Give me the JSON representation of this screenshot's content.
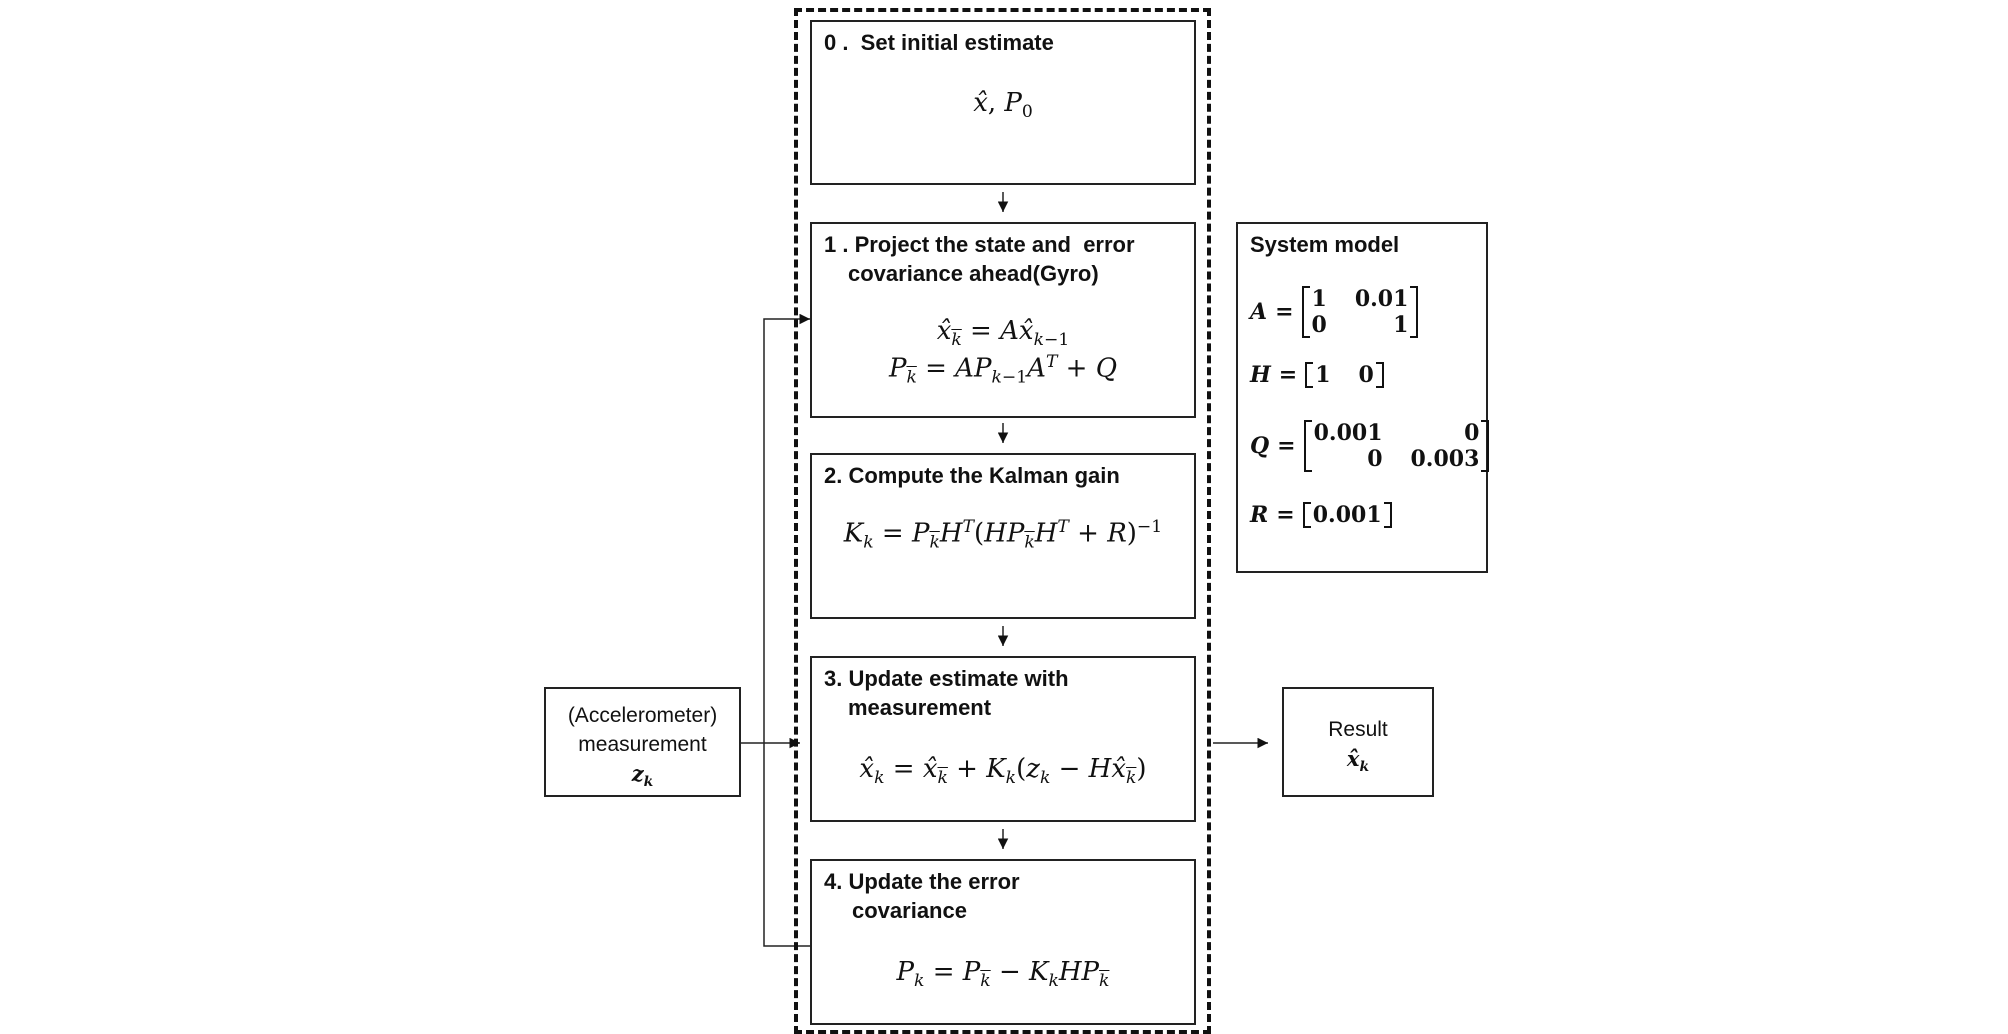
{
  "steps": {
    "s0": {
      "title": "0 .  Set initial estimate"
    },
    "s1": {
      "title_line1": "1 . Project the state and  error",
      "title_line2": "covariance ahead(Gyro)"
    },
    "s2": {
      "title": "2. Compute the Kalman gain"
    },
    "s3": {
      "title_line1": "3. Update estimate with",
      "title_line2": "measurement"
    },
    "s4": {
      "title_line1": "4. Update the error",
      "title_line2": "covariance"
    }
  },
  "system_model": {
    "title": "System model",
    "A": {
      "name": "A",
      "rows": [
        [
          "1",
          "0.01"
        ],
        [
          "0",
          "1"
        ]
      ]
    },
    "H": {
      "name": "H",
      "rows": [
        [
          "1",
          "0"
        ]
      ]
    },
    "Q": {
      "name": "Q",
      "rows": [
        [
          "0.001",
          "0"
        ],
        [
          "0",
          "0.003"
        ]
      ]
    },
    "R": {
      "name": "R",
      "rows": [
        [
          "0.001"
        ]
      ]
    }
  },
  "measurement": {
    "line1": "(Accelerometer)",
    "line2": "measurement",
    "symbol": "z",
    "symbol_sub": "k"
  },
  "result": {
    "label": "Result",
    "symbol": "x̂",
    "symbol_sub": "k"
  }
}
